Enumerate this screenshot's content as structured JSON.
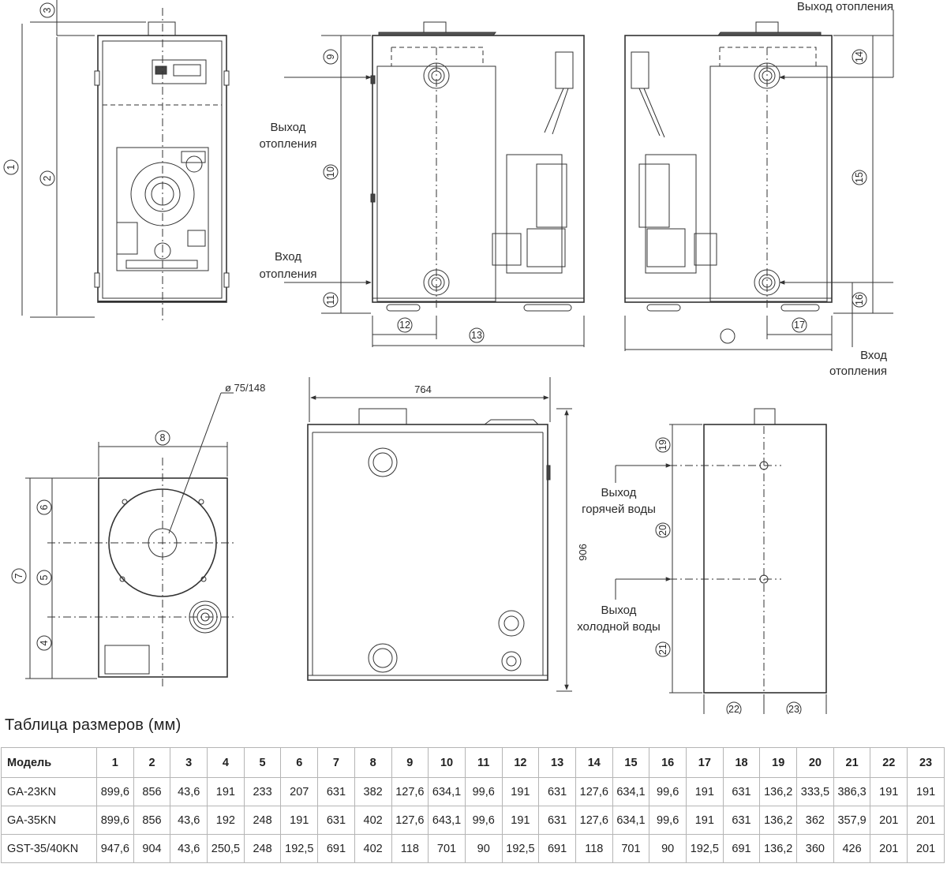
{
  "views": {
    "front": {
      "callouts": [
        "1",
        "2",
        "3"
      ]
    },
    "side_left": {
      "label_outlet": [
        "Выход",
        "отопления"
      ],
      "label_inlet": [
        "Вход",
        "отопления"
      ],
      "callouts": [
        "9",
        "10",
        "11",
        "12",
        "13"
      ]
    },
    "side_right": {
      "label_outlet": "Выход отопления",
      "label_inlet": [
        "Вход",
        "отопления"
      ],
      "callouts": [
        "14",
        "15",
        "16",
        "17"
      ]
    },
    "top": {
      "flue_label": "ø 75/148",
      "callouts": [
        "8",
        "6",
        "7",
        "5",
        "4"
      ]
    },
    "tank_side": {
      "width_label": "764",
      "height_label": "906"
    },
    "tank_front": {
      "label_hot": [
        "Выход",
        "горячей воды"
      ],
      "label_cold": [
        "Выход",
        "холодной воды"
      ],
      "callouts": [
        "19",
        "20",
        "21",
        "22",
        "23"
      ]
    }
  },
  "table": {
    "title": "Таблица размеров (мм)",
    "headers": [
      "Модель",
      "1",
      "2",
      "3",
      "4",
      "5",
      "6",
      "7",
      "8",
      "9",
      "10",
      "11",
      "12",
      "13",
      "14",
      "15",
      "16",
      "17",
      "18",
      "19",
      "20",
      "21",
      "22",
      "23"
    ],
    "rows": [
      [
        "GA-23KN",
        "899,6",
        "856",
        "43,6",
        "191",
        "233",
        "207",
        "631",
        "382",
        "127,6",
        "634,1",
        "99,6",
        "191",
        "631",
        "127,6",
        "634,1",
        "99,6",
        "191",
        "631",
        "136,2",
        "333,5",
        "386,3",
        "191",
        "191"
      ],
      [
        "GA-35KN",
        "899,6",
        "856",
        "43,6",
        "192",
        "248",
        "191",
        "631",
        "402",
        "127,6",
        "643,1",
        "99,6",
        "191",
        "631",
        "127,6",
        "634,1",
        "99,6",
        "191",
        "631",
        "136,2",
        "362",
        "357,9",
        "201",
        "201"
      ],
      [
        "GST-35/40KN",
        "947,6",
        "904",
        "43,6",
        "250,5",
        "248",
        "192,5",
        "691",
        "402",
        "118",
        "701",
        "90",
        "192,5",
        "691",
        "118",
        "701",
        "90",
        "192,5",
        "691",
        "136,2",
        "360",
        "426",
        "201",
        "201"
      ]
    ]
  }
}
